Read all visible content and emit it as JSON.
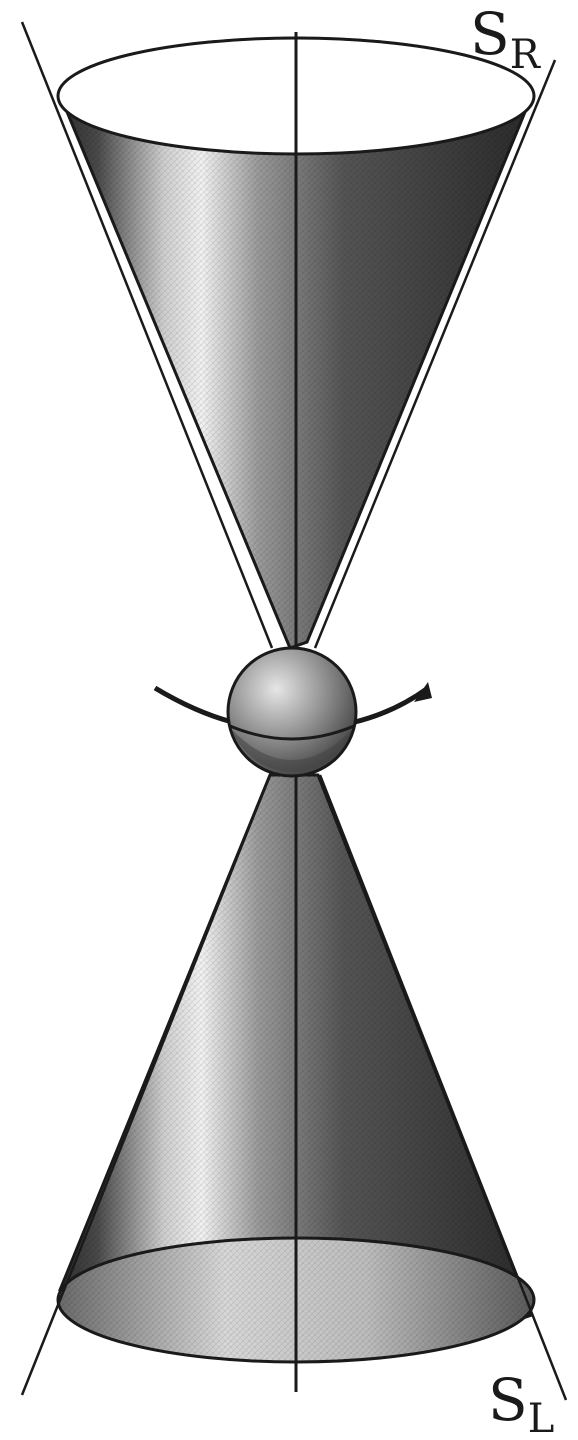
{
  "labels": {
    "upper_cone": {
      "main": "S",
      "sub": "R"
    },
    "lower_cone": {
      "main": "S",
      "sub": "L"
    }
  },
  "colors": {
    "background": "#ffffff",
    "line": "#1a1a1a",
    "cone_dark": "#2e2e2e",
    "cone_mid": "#8a8a8a",
    "cone_light": "#f2f2f2",
    "sphere_light": "#d6d6d6",
    "sphere_dark": "#3a3a3a"
  }
}
